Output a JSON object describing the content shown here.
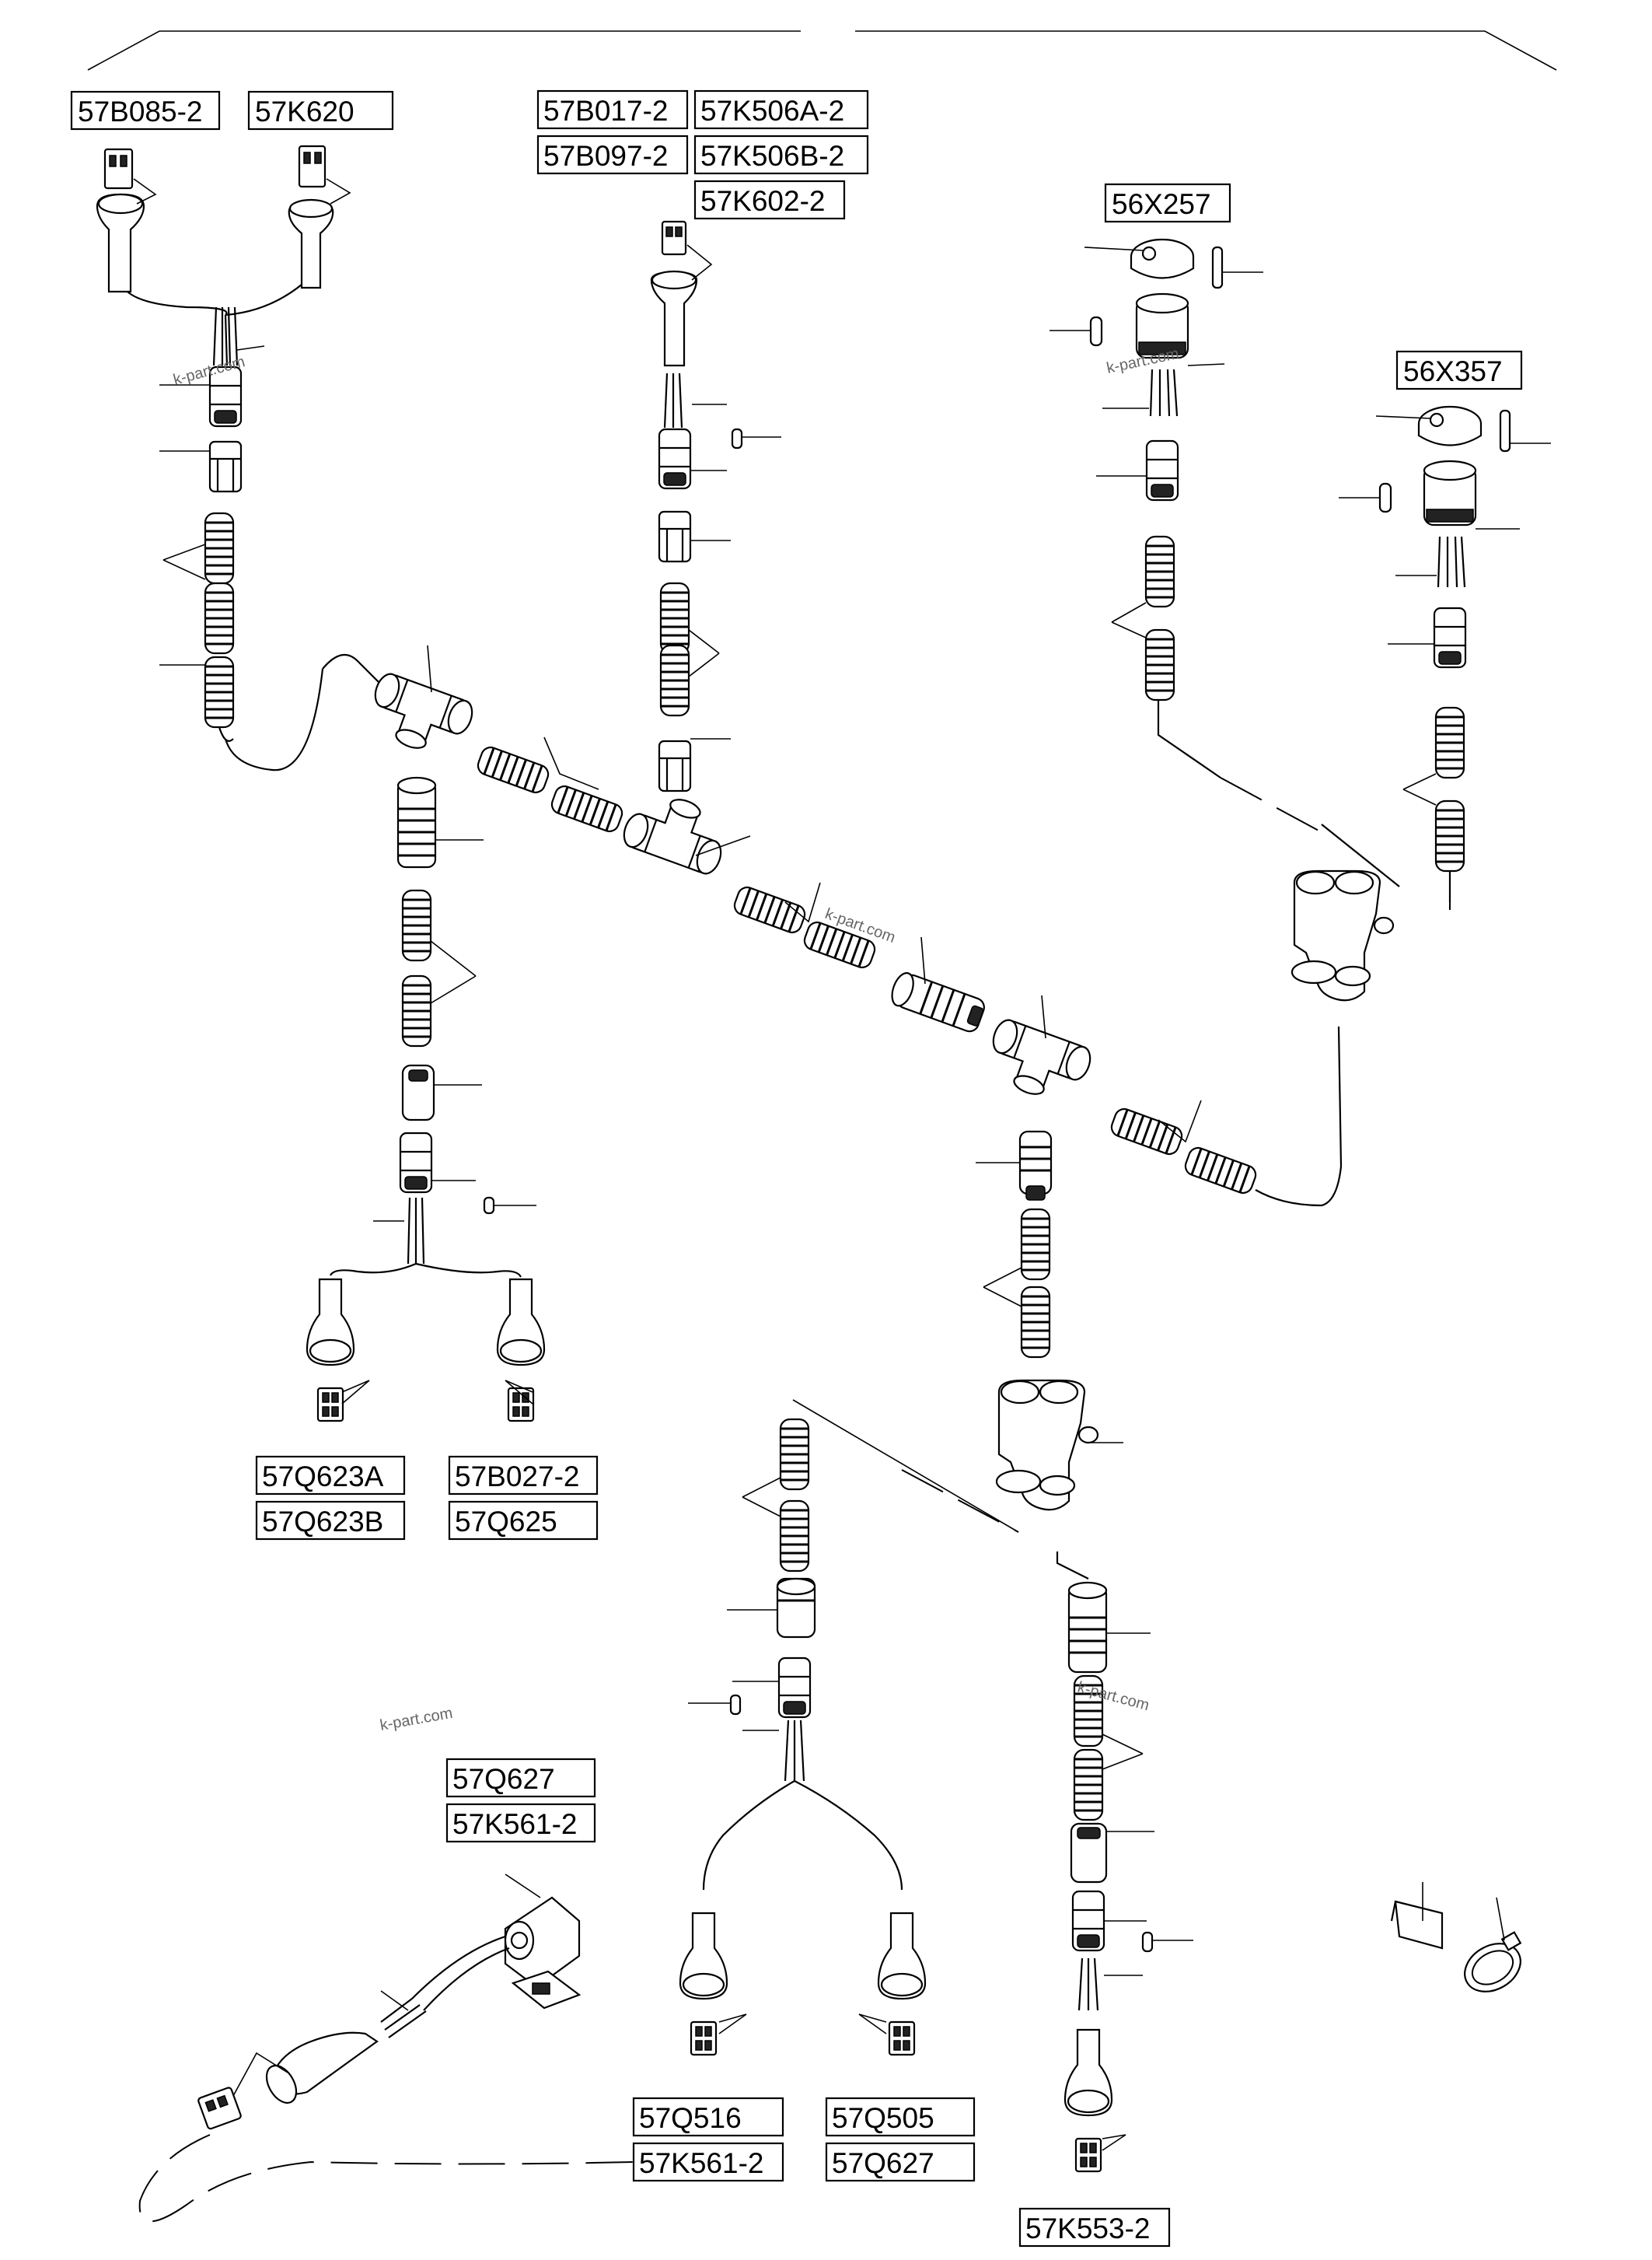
{
  "labels": {
    "l57B085_2": "57B085-2",
    "l57K620": "57K620",
    "l57B017_2": "57B017-2",
    "l57K506A_2": "57K506A-2",
    "l57B097_2": "57B097-2",
    "l57K506B_2": "57K506B-2",
    "l57K602_2": "57K602-2",
    "l56X257": "56X257",
    "l56X357": "56X357",
    "l57Q623A": "57Q623A",
    "l57Q623B": "57Q623B",
    "l57B027_2": "57B027-2",
    "l57Q625": "57Q625",
    "l57Q627_a": "57Q627",
    "l57K561_2_a": "57K561-2",
    "l57Q516": "57Q516",
    "l57Q505": "57Q505",
    "l57K561_2_b": "57K561-2",
    "l57Q627_b": "57Q627",
    "l57K553_2": "57K553-2"
  },
  "watermarks": [
    "k-part.com",
    "k-part.com",
    "k-part.com",
    "k-part.com",
    "k-part.com"
  ]
}
